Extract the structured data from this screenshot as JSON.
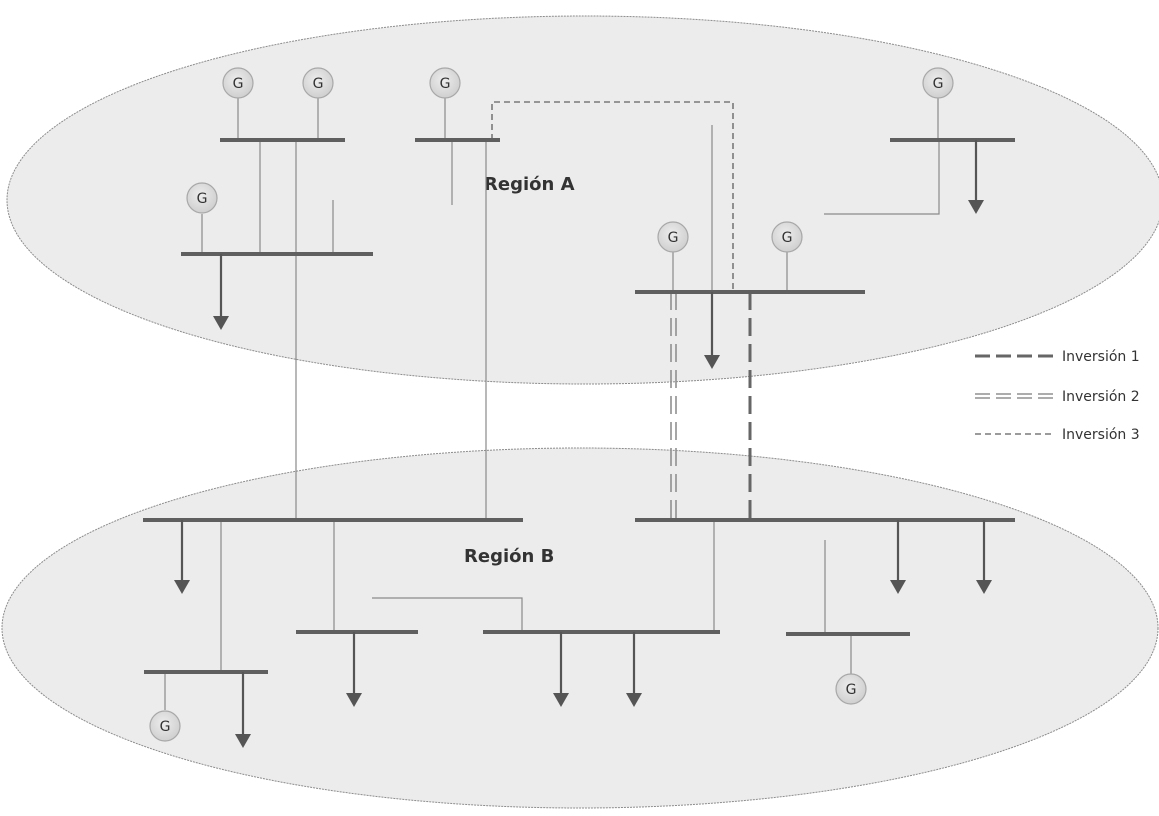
{
  "regions": [
    {
      "label": "Región A"
    },
    {
      "label": "Región B"
    }
  ],
  "generator_symbol": "G",
  "legend": [
    {
      "label": "Inversión 1",
      "style": "long-dash-thick"
    },
    {
      "label": "Inversión 2",
      "style": "long-dash-double"
    },
    {
      "label": "Inversión 3",
      "style": "short-dash"
    }
  ],
  "colors": {
    "region_fill": "#ececec",
    "bus": "#5f5f5f",
    "line": "#8a8a8a",
    "generator_fill": "#d6d6d6",
    "generator_stroke": "#a8a8a8",
    "load_arrow": "#555555"
  }
}
